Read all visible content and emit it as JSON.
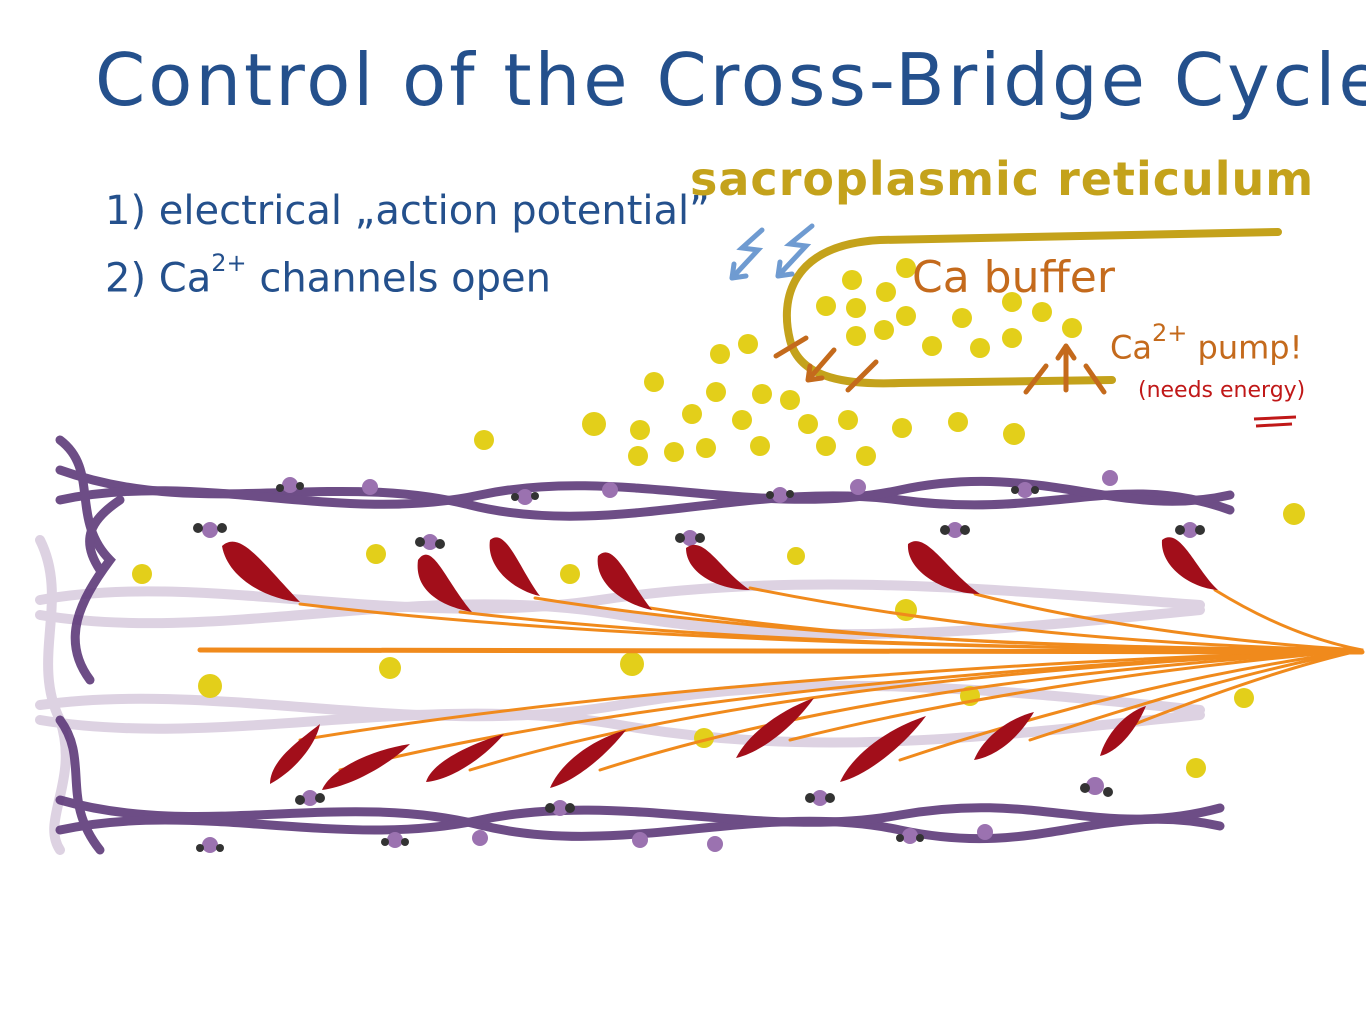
{
  "title": "Control of the Cross-Bridge Cycle",
  "steps": [
    {
      "number": "1)",
      "text": "electrical „action potential”"
    },
    {
      "number": "2)",
      "text_before": "Ca",
      "superscript": "2+",
      "text_after": " channels open"
    }
  ],
  "sr": {
    "label": "sacroplasmic reticulum",
    "buffer_label": "Ca buffer",
    "pump_label_prefix": "Ca",
    "pump_superscript": "2+",
    "pump_label_suffix": " pump!",
    "energy_note": "(needs energy)"
  },
  "colors": {
    "title_blue": "#24508c",
    "sr_gold": "#c4a21b",
    "calcium_yellow": "#e3cf1a",
    "buffer_orange": "#c46a1c",
    "actin_purple": "#5e3a7a",
    "myosin_head_red": "#a20e1a",
    "myosin_filament_orange": "#f08a1c",
    "pale_actin": "#ddd2e2",
    "energy_red": "#c01818",
    "arrow_blue": "#6f9bd1"
  }
}
